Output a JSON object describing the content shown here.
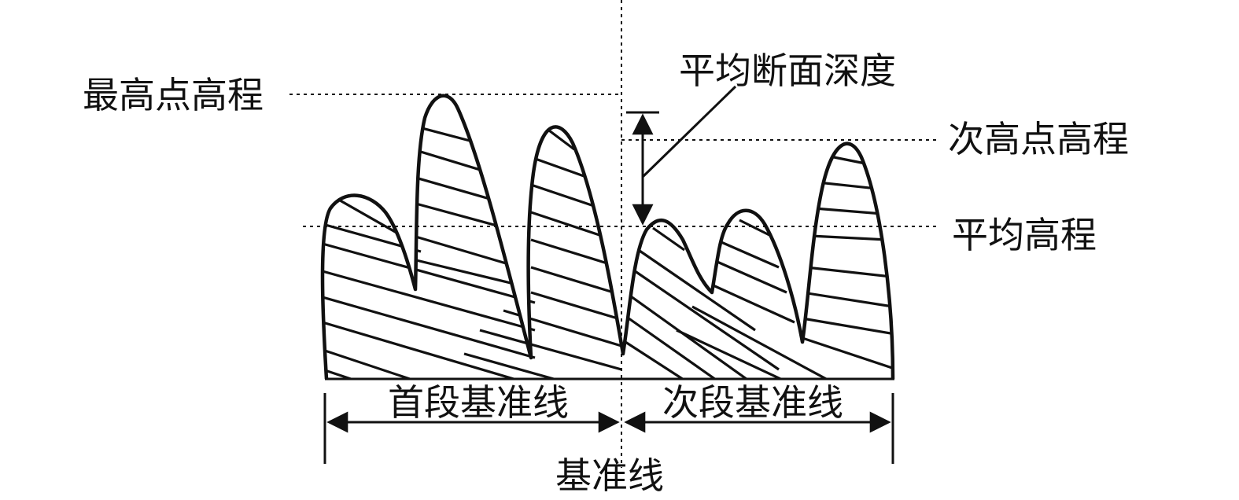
{
  "labels": {
    "highest_elevation": "最高点高程",
    "mean_section_depth": "平均断面深度",
    "second_highest_elevation": "次高点高程",
    "mean_elevation": "平均高程",
    "first_baseline": "首段基准线",
    "second_baseline": "次段基准线",
    "baseline": "基准线"
  }
}
